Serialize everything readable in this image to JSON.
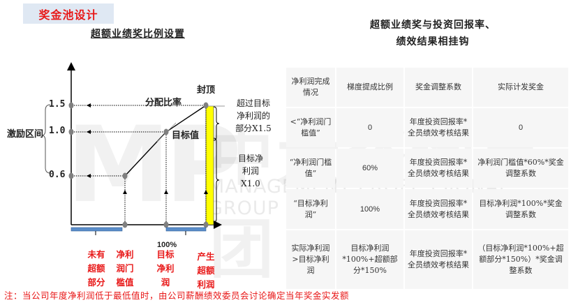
{
  "section_tag": "奖金池设计",
  "left_panel": {
    "title": "超额业绩奖比例设置",
    "y_axis_label": "激励区间",
    "y_ticks": [
      "1.5",
      "1.0",
      "0.6"
    ],
    "annotations": {
      "cap": "封顶",
      "distribution_ratio": "分配比率",
      "target_value": "目标值",
      "x_100": "100%"
    },
    "right_notes": {
      "upper": "超过目标\n净利润的\n部分X1.5",
      "lower": "目标净\n利润\nX1.0"
    },
    "x_categories": [
      {
        "label": "未有\n超额\n部分"
      },
      {
        "label": "净利\n润门\n槛值"
      },
      {
        "label": "目标\n净利\n润"
      },
      {
        "label": "产生\n超额\n利润"
      }
    ]
  },
  "right_panel": {
    "title_line1": "超额业绩奖与投资回报率、",
    "title_line2": "绩效结果相挂钩",
    "table": {
      "headers": [
        "净利润完成情况",
        "梯度提成比例",
        "奖金调整系数",
        "实际计发奖金"
      ],
      "rows": [
        [
          "<“净利润门槛值”",
          "0",
          "年度投资回报率*全员绩效考核结果",
          "0"
        ],
        [
          "“净利润门槛值”",
          "60%",
          "年度投资回报率*全员绩效考核结果",
          "净利润门槛值*60%*奖金调整系数"
        ],
        [
          "“目标净利润”",
          "100%",
          "年度投资回报率*全员绩效考核结果",
          "目标净利润*100%*奖金调整系数"
        ],
        [
          "实际净利润>目标净利润",
          "目标净利润*100%+超额部分*150%",
          "年度投资回报率*全员绩效考核结果",
          "（目标净利润*100%+超额部分*150%）*奖金调整系数"
        ]
      ]
    }
  },
  "footnote": "注：当公司年度净利润低于最低值时，由公司薪酬绩效委员会讨论确定当年奖金实发额",
  "watermark": {
    "logo": "MP",
    "name_cn": "中大咨询集团",
    "name_en": "MANAGEMENT PROFESSIONAL GROUP"
  },
  "colors": {
    "accent_red": "#e81818",
    "tag_bg": "#dfe8f3",
    "highlight_yellow": "#ffff00",
    "bracket_blue": "#5b8dc9",
    "point_gray": "#808080"
  },
  "chart_data": {
    "type": "line",
    "title": "超额业绩奖比例设置",
    "xlabel": "",
    "ylabel": "激励区间",
    "x": [
      "净利润门槛值",
      "目标净利润(100%)",
      "封顶"
    ],
    "series": [
      {
        "name": "分配比率",
        "values": [
          0.6,
          1.0,
          1.5
        ]
      }
    ],
    "y_ticks": [
      0.6,
      1.0,
      1.5
    ],
    "annotations": [
      "封顶",
      "分配比率",
      "目标值",
      "100%"
    ]
  }
}
